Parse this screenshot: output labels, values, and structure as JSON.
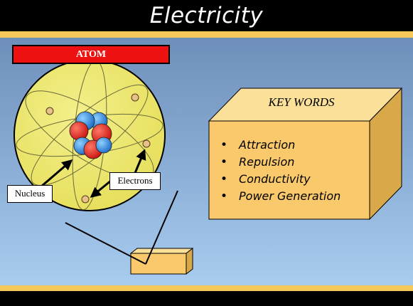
{
  "slide": {
    "title": "Electricity"
  },
  "atom_diagram": {
    "title": "ATOM",
    "labels": {
      "nucleus": "Nucleus",
      "electrons": "Electrons"
    }
  },
  "key_words": {
    "title": "KEY WORDS",
    "items": [
      "Attraction",
      "Repulsion",
      "Conductivity",
      "Power Generation"
    ]
  },
  "colors": {
    "title_bar": "#000000",
    "gold_band": "#f7c85a",
    "atom_label_bg": "#ee1111",
    "atom_sphere": "#eeea74",
    "proton": "#e0211a",
    "neutron": "#2b7fd6",
    "electron": "#e7c08a",
    "key_box": "#f9c96b"
  }
}
